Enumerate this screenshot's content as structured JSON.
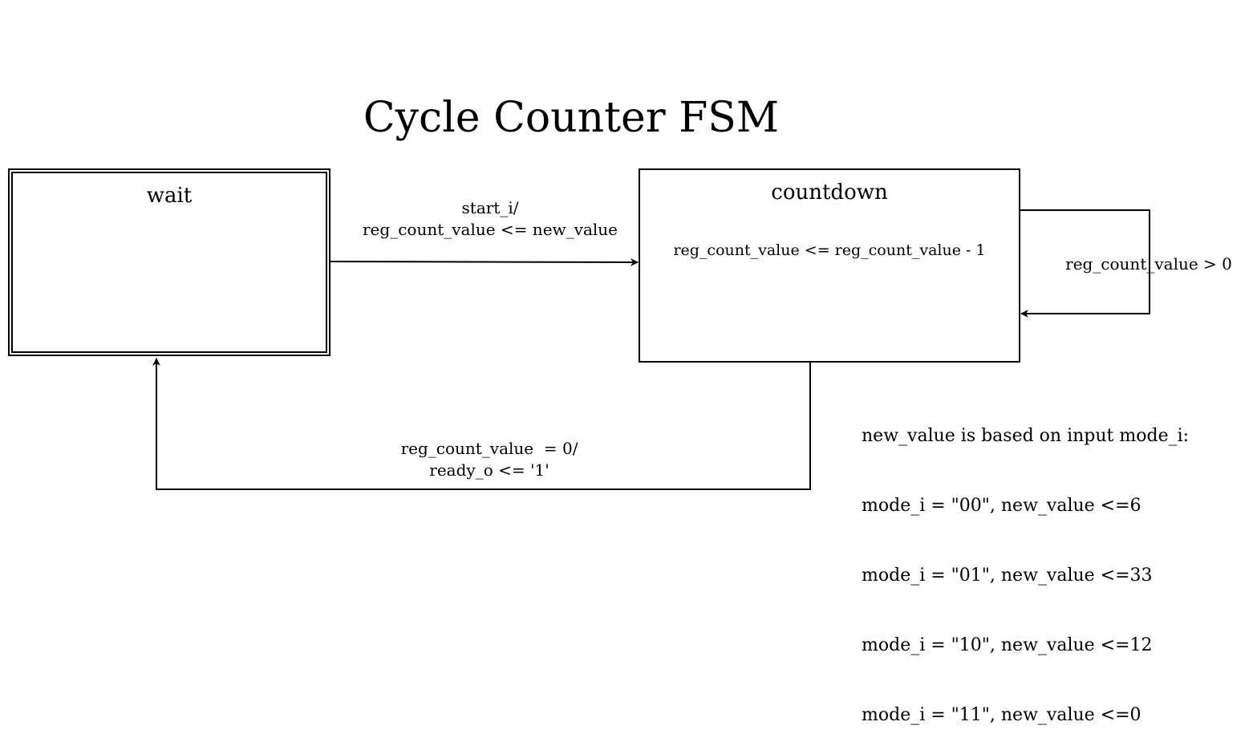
{
  "title": "Cycle Counter FSM",
  "states": {
    "wait": {
      "label": "wait"
    },
    "countdown": {
      "label": "countdown",
      "action": "reg_count_value <= reg_count_value - 1"
    }
  },
  "transitions": {
    "wait_to_countdown": {
      "condition": "start_i/",
      "action": "reg_count_value <= new_value"
    },
    "countdown_self": {
      "condition": "reg_count_value > 0"
    },
    "countdown_to_wait": {
      "condition": "reg_count_value  = 0/",
      "action": "ready_o <= '1'"
    }
  },
  "note": {
    "lines": [
      "new_value is based on input mode_i:",
      "mode_i = \"00\", new_value <=6",
      "mode_i = \"01\", new_value <=33",
      "mode_i = \"10\", new_value <=12",
      "mode_i = \"11\", new_value <=0"
    ]
  },
  "colors": {
    "stroke": "#000000",
    "background": "#ffffff"
  }
}
